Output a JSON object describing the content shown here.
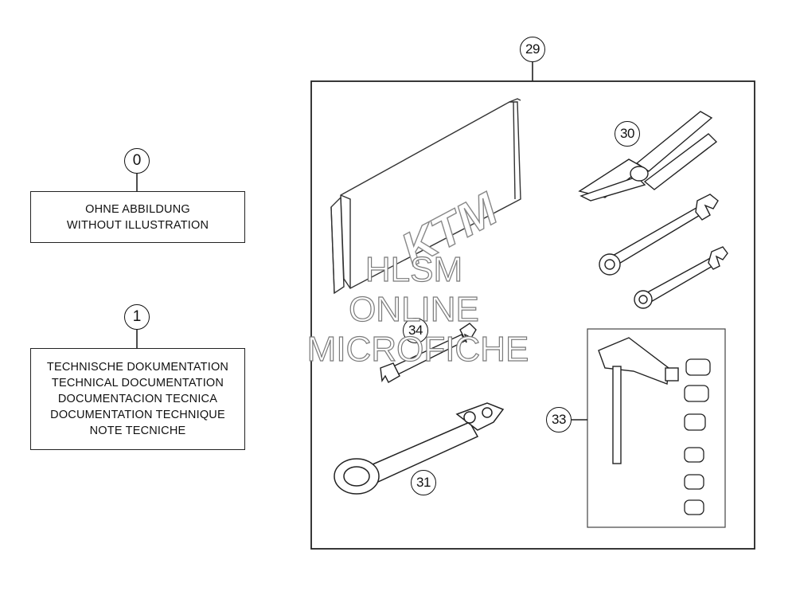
{
  "callouts": {
    "c0": "0",
    "c1": "1",
    "c29": "29",
    "c30": "30",
    "c31": "31",
    "c33": "33",
    "c34": "34"
  },
  "box0": {
    "lines": [
      "OHNE ABBILDUNG",
      "WITHOUT ILLUSTRATION"
    ]
  },
  "box1": {
    "lines": [
      "TECHNISCHE DOKUMENTATION",
      "TECHNICAL DOCUMENTATION",
      "DOCUMENTACION TECNICA",
      "DOCUMENTATION TECHNIQUE",
      "NOTE TECNICHE"
    ]
  },
  "logo_text": "KTM",
  "watermark": {
    "line1": "HLSM",
    "line2": "ONLINE",
    "line3": "MICROFICHE"
  },
  "colors": {
    "line": "#222222",
    "watermark_stroke": "#7a7a7a",
    "background": "#ffffff"
  }
}
